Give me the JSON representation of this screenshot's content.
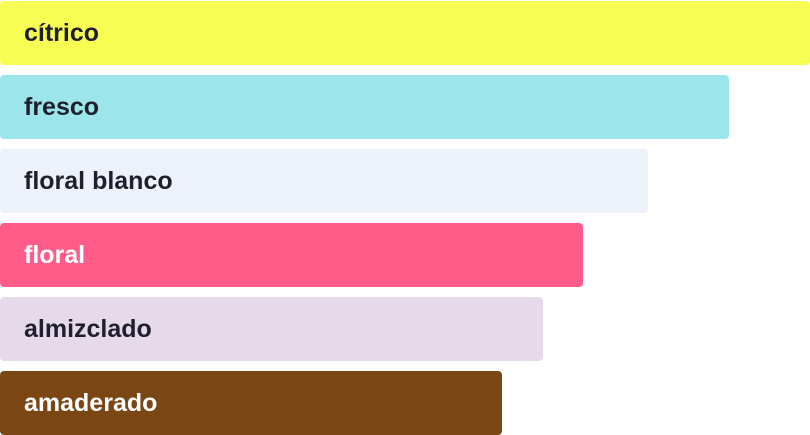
{
  "chart_data": {
    "type": "bar",
    "orientation": "horizontal",
    "categories": [
      "cítrico",
      "fresco",
      "floral blanco",
      "floral",
      "almizclado",
      "amaderado"
    ],
    "values": [
      100,
      90,
      80,
      72,
      67,
      62
    ],
    "colors": [
      "#f8fd54",
      "#9ce6eb",
      "#edf1fa",
      "#ff5c8a",
      "#e6d9ea",
      "#7a4714"
    ],
    "label_colors": [
      "#1f1f2e",
      "#1f1f2e",
      "#1f1f2e",
      "#ffffff",
      "#1f1f2e",
      "#ffffff"
    ],
    "title": "",
    "xlabel": "",
    "ylabel": "",
    "xlim": [
      0,
      100
    ],
    "grid": false,
    "legend": "none"
  }
}
